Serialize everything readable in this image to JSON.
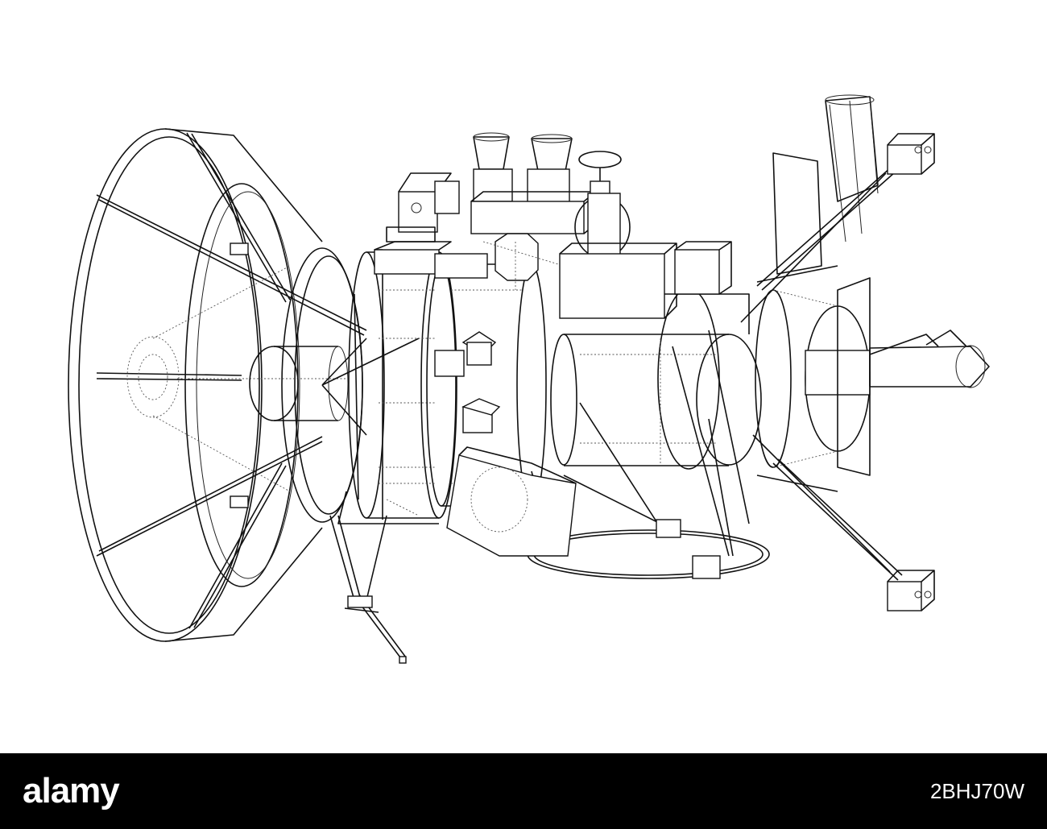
{
  "footer": {
    "brand": "alamy",
    "image_id": "2BHJ70W",
    "background": "#000000",
    "text_color": "#ffffff"
  },
  "illustration": {
    "style": "wireframe line art",
    "stroke_color": "#111111",
    "background": "#ffffff"
  }
}
